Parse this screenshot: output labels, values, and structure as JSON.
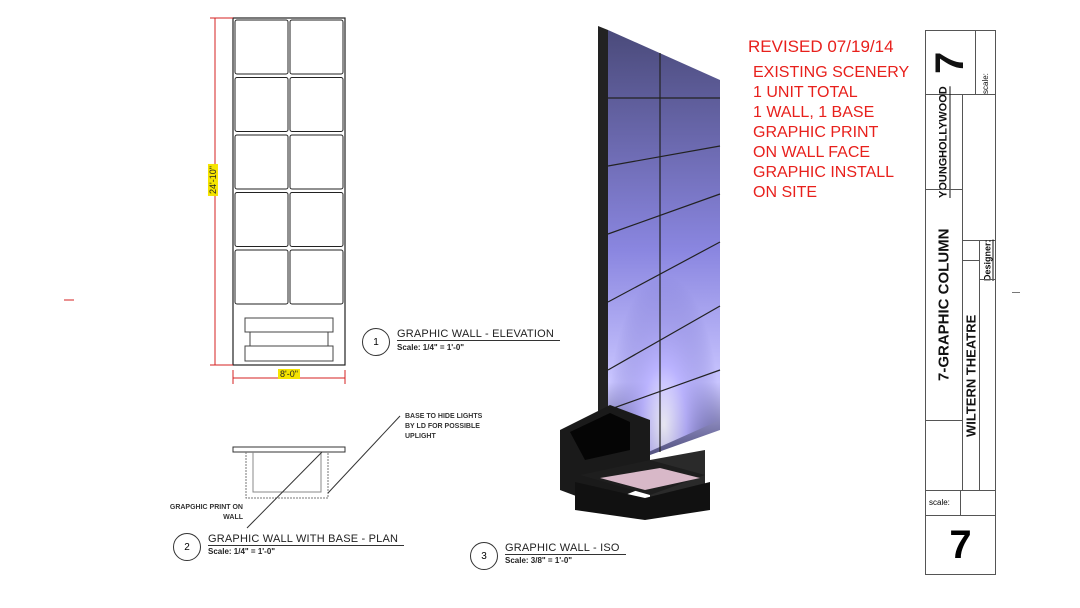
{
  "elevation": {
    "height_dim": "24'-10\"",
    "width_dim": "8'-0\"",
    "callout_number": "1",
    "title": "GRAPHIC WALL  - ELEVATION",
    "scale": "Scale: 1/4\" = 1'-0\""
  },
  "plan": {
    "callout_number": "2",
    "title": "GRAPHIC WALL WITH BASE - PLAN",
    "scale": "Scale: 1/4\" = 1'-0\"",
    "note_base": [
      "BASE TO HIDE LIGHTS",
      "BY LD FOR POSSIBLE",
      "UPLIGHT"
    ],
    "note_print": [
      "GRAPGHIC PRINT ON",
      "WALL"
    ]
  },
  "iso": {
    "callout_number": "3",
    "title": "GRAPHIC WALL - ISO",
    "scale": "Scale: 3/8\" = 1'-0\""
  },
  "revision": {
    "heading": "REVISED 07/19/14",
    "lines": [
      "EXISTING SCENERY",
      "1 UNIT TOTAL",
      "1 WALL, 1 BASE",
      "GRAPHIC PRINT",
      "ON WALL FACE",
      "GRAPHIC INSTALL",
      "ON SITE"
    ]
  },
  "title_block": {
    "sheet_top": "7",
    "scale_top": "scale:",
    "client": [
      "YOUNG",
      "HOLLYWOOD"
    ],
    "drawing_title": "7-GRAPHIC COLUMN",
    "designer_label": "Designer:",
    "venue": "WILTERN THEATRE",
    "scale_bottom": "scale:",
    "sheet_bottom": "7"
  },
  "colors": {
    "revision_red": "#e8201c",
    "dimension_red": "#d42020",
    "highlight": "#f5e400"
  }
}
